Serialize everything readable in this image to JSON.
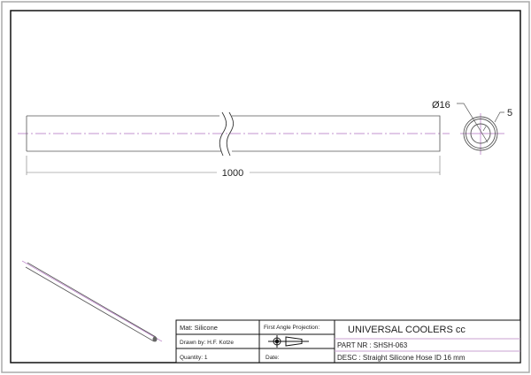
{
  "drawing": {
    "length_dimension": "1000",
    "diameter_dimension": "Ø16",
    "wall_dimension": "5"
  },
  "title_block": {
    "material": "Mat: Silicone",
    "projection_label": "First Angle Projection:",
    "company": "UNIVERSAL COOLERS cc",
    "drawn_by": "Drawn by: H.F. Kotze",
    "part_nr": "PART NR : SHSH-063",
    "quantity": "Quantity: 1",
    "date_label": "Date:",
    "description": "DESC : Straight Silicone Hose ID 16 mm"
  },
  "colors": {
    "centerline": "#b070c0",
    "line": "#444444"
  }
}
